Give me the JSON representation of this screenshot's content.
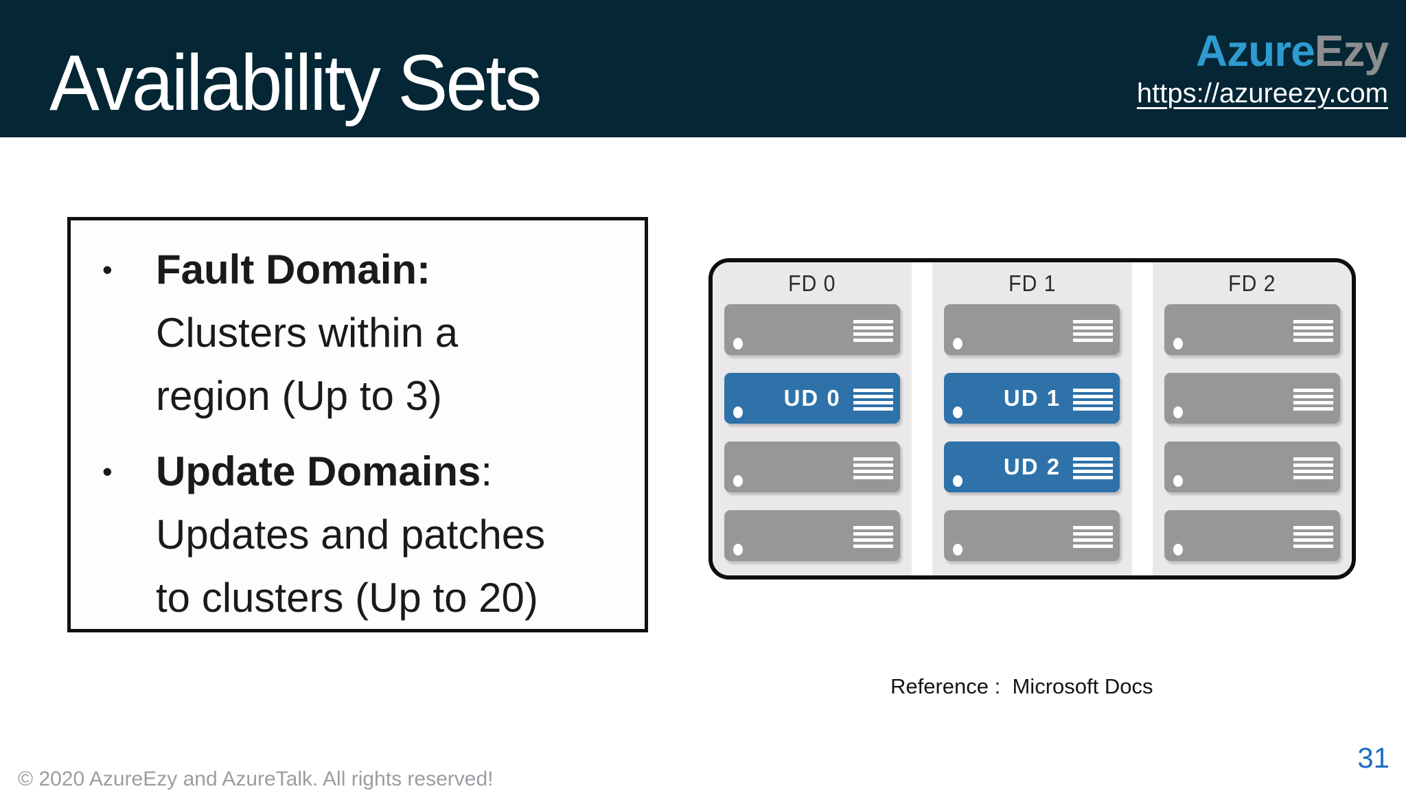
{
  "slide": {
    "title": "Availability Sets",
    "page_number": "31",
    "footer": "© 2020 AzureEzy and AzureTalk. All rights reserved!",
    "reference": "Reference :  Microsoft Docs"
  },
  "logo": {
    "brand_part_blue": "Azure",
    "brand_part_gray": "Ezy",
    "url": "https://azureezy.com"
  },
  "bullets": [
    {
      "marker": "•",
      "term": "Fault Domain:",
      "term_suffix": "",
      "lines": [
        "Clusters within a",
        "region (Up to 3)"
      ],
      "full_text": "Fault Domain: Clusters within a region (Up to 3)"
    },
    {
      "marker": "•",
      "term": "Update Domains",
      "term_suffix": ":",
      "lines": [
        "Updates and patches",
        "to clusters (Up to 20)"
      ],
      "full_text": "Update Domains: Updates and patches to clusters (Up to 20)"
    }
  ],
  "diagram": {
    "columns": [
      {
        "label": "FD 0",
        "servers": [
          {
            "type": "gray",
            "label": ""
          },
          {
            "type": "blue",
            "label": "UD 0"
          },
          {
            "type": "gray",
            "label": ""
          },
          {
            "type": "gray",
            "label": ""
          }
        ]
      },
      {
        "label": "FD 1",
        "servers": [
          {
            "type": "gray",
            "label": ""
          },
          {
            "type": "blue",
            "label": "UD 1"
          },
          {
            "type": "blue",
            "label": "UD 2"
          },
          {
            "type": "gray",
            "label": ""
          }
        ]
      },
      {
        "label": "FD 2",
        "servers": [
          {
            "type": "gray",
            "label": ""
          },
          {
            "type": "gray",
            "label": ""
          },
          {
            "type": "gray",
            "label": ""
          },
          {
            "type": "gray",
            "label": ""
          }
        ]
      }
    ]
  },
  "colors": {
    "header_bg": "#052634",
    "title_text": "#FFFFFF",
    "brand_blue": "#2E9BD0",
    "brand_gray": "#8D8D8F",
    "column_bg": "#EAE8EA",
    "server_gray": "#97979A",
    "server_blue": "#2E72A9",
    "page_number_blue": "#1D70C2",
    "footer_gray": "#9A9DA2"
  }
}
